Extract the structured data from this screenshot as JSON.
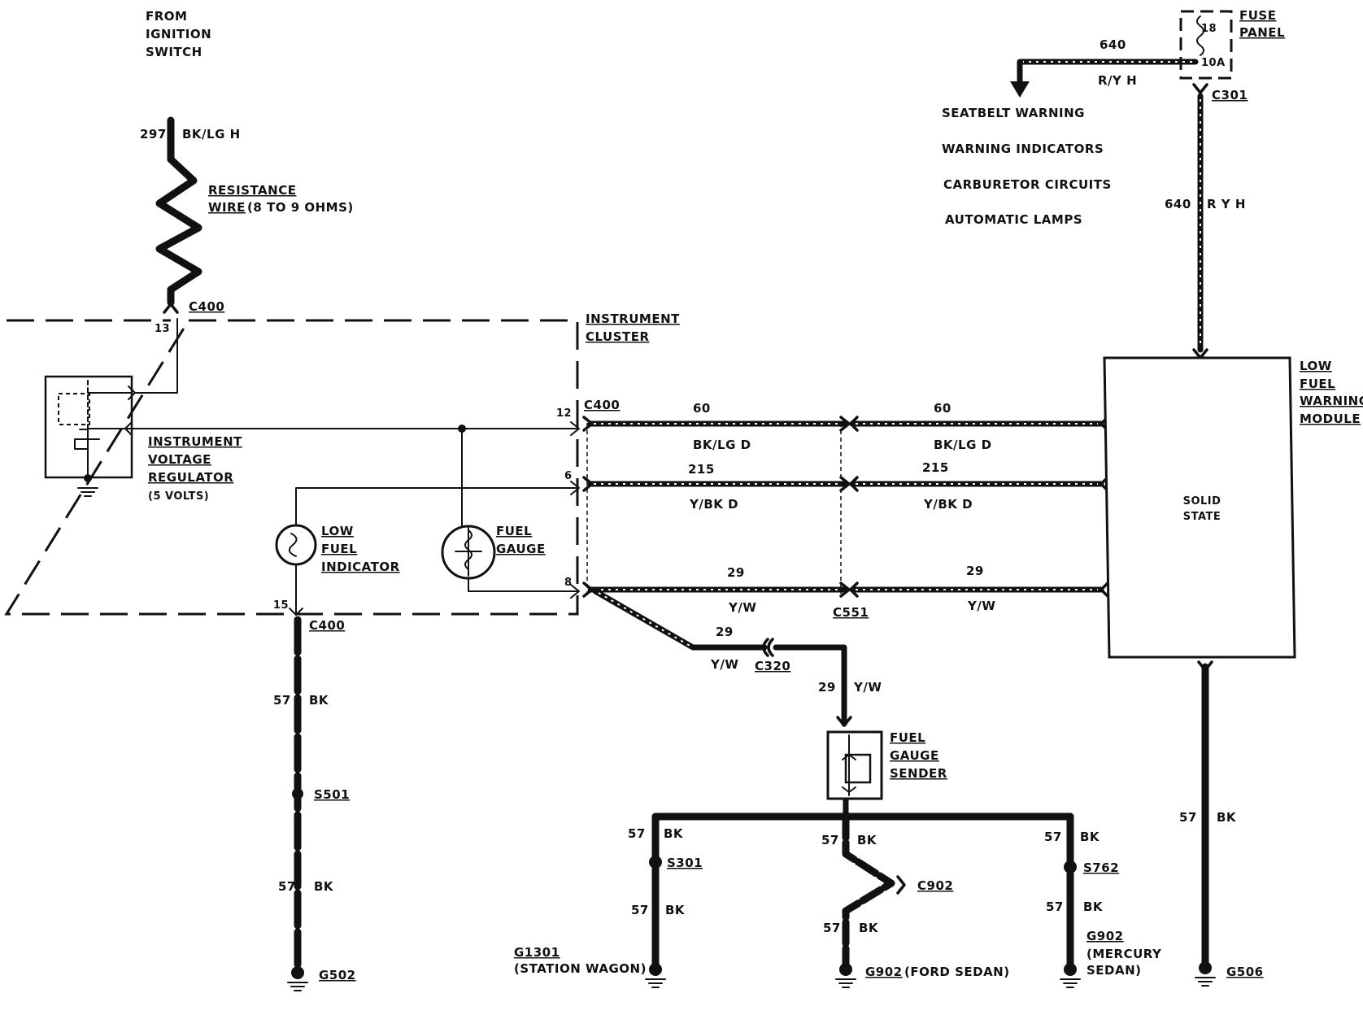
{
  "labels": {
    "from_ignition": [
      "FROM",
      "IGNITION",
      "SWITCH"
    ],
    "fuse_panel": [
      "FUSE",
      "PANEL"
    ],
    "fuse_num": "18",
    "fuse_amp": "10A",
    "c301": "C301",
    "w640_top": "640",
    "ry_h_top": "R/Y H",
    "seatbelt": "SEATBELT WARNING",
    "warning_ind": "WARNING INDICATORS",
    "carb": "CARBURETOR CIRCUITS",
    "auto_lamps": "AUTOMATIC LAMPS",
    "w640_side": "640",
    "ry_h_side": "R Y H",
    "w297": "297",
    "bklg_h": "BK/LG H",
    "resistance": "RESISTANCE",
    "wire_word": "WIRE",
    "ohms": "(8 TO 9 OHMS)",
    "c400_top": "C400",
    "pin13": "13",
    "instrument_cluster": [
      "INSTRUMENT",
      "CLUSTER"
    ],
    "ivr": [
      "INSTRUMENT",
      "VOLTAGE",
      "REGULATOR"
    ],
    "volts": "(5 VOLTS)",
    "low_fuel_ind": [
      "LOW",
      "FUEL",
      "INDICATOR"
    ],
    "fuel_gauge": [
      "FUEL",
      "GAUGE"
    ],
    "pin12": "12",
    "c400_right": "C400",
    "pin6": "6",
    "pin8": "8",
    "pin15": "15",
    "c400_bottom": "C400",
    "w60a": "60",
    "w60b": "60",
    "bklg_d_a": "BK/LG D",
    "bklg_d_b": "BK/LG D",
    "w215a": "215",
    "w215b": "215",
    "ybk_d_a": "Y/BK D",
    "ybk_d_b": "Y/BK D",
    "w29a": "29",
    "w29b": "29",
    "yw_a": "Y/W",
    "yw_b": "Y/W",
    "c551": "C551",
    "w29c": "29",
    "yw_c": "Y/W",
    "c320": "C320",
    "w29d": "29",
    "yw_d": "Y/W",
    "lfwm": [
      "LOW",
      "FUEL",
      "WARNING",
      "MODULE"
    ],
    "solid_state": [
      "SOLID",
      "STATE"
    ],
    "fuel_gauge_sender": [
      "FUEL",
      "GAUGE",
      "SENDER"
    ],
    "w57_1": "57",
    "bk_1": "BK",
    "s501": "S501",
    "w57_2": "57",
    "bk_2": "BK",
    "g502": "G502",
    "w57_3": "57",
    "bk_3": "BK",
    "s301": "S301",
    "w57_4": "57",
    "bk_4": "BK",
    "g1301": "G1301",
    "station_wagon": "(STATION WAGON)",
    "w57_5": "57",
    "bk_5": "BK",
    "c902": "C902",
    "w57_6": "57",
    "bk_6": "BK",
    "g902_ford": "G902",
    "ford_sedan": "(FORD SEDAN)",
    "w57_7": "57",
    "bk_7": "BK",
    "s762": "S762",
    "w57_8": "57",
    "bk_8": "BK",
    "g902_merc": "G902",
    "mercury": [
      "(MERCURY",
      "SEDAN)"
    ],
    "w57_9": "57",
    "bk_9": "BK",
    "g506": "G506"
  }
}
